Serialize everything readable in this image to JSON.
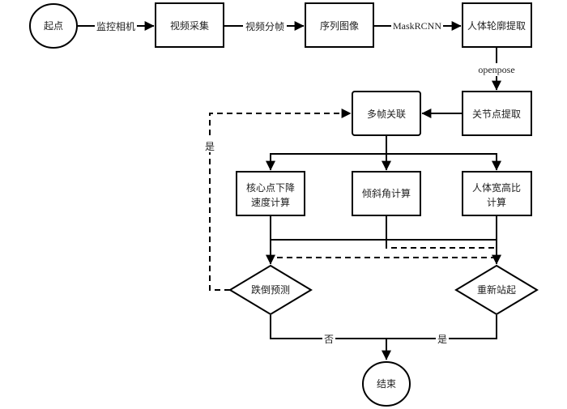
{
  "diagram": {
    "type": "flowchart",
    "nodes": {
      "start": "起点",
      "video_capture": "视频采集",
      "sequence_images": "序列图像",
      "body_contour": "人体轮廓提取",
      "keypoint_extract": "关节点提取",
      "multi_frame": "多帧关联",
      "core_speed_line1": "核心点下降",
      "core_speed_line2": "速度计算",
      "tilt_angle": "倾斜角计算",
      "aspect_ratio_line1": "人体宽高比",
      "aspect_ratio_line2": "计算",
      "fall_predict": "跌倒预测",
      "stand_up": "重新站起",
      "end": "结束"
    },
    "edge_labels": {
      "camera": "监控相机",
      "frame_split": "视频分帧",
      "maskrcnn": "MaskRCNN",
      "openpose": "openpose",
      "yes_loop": "是",
      "no": "否",
      "yes": "是"
    }
  }
}
